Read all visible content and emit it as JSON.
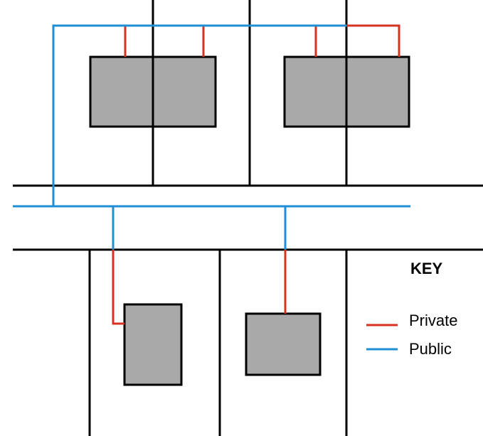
{
  "colors": {
    "private": "#d63222",
    "public": "#1e8fd6",
    "building_fill": "#a9a9a9",
    "boundary": "#000000"
  },
  "key": {
    "title": "KEY",
    "private_label": "Private",
    "public_label": "Public"
  }
}
